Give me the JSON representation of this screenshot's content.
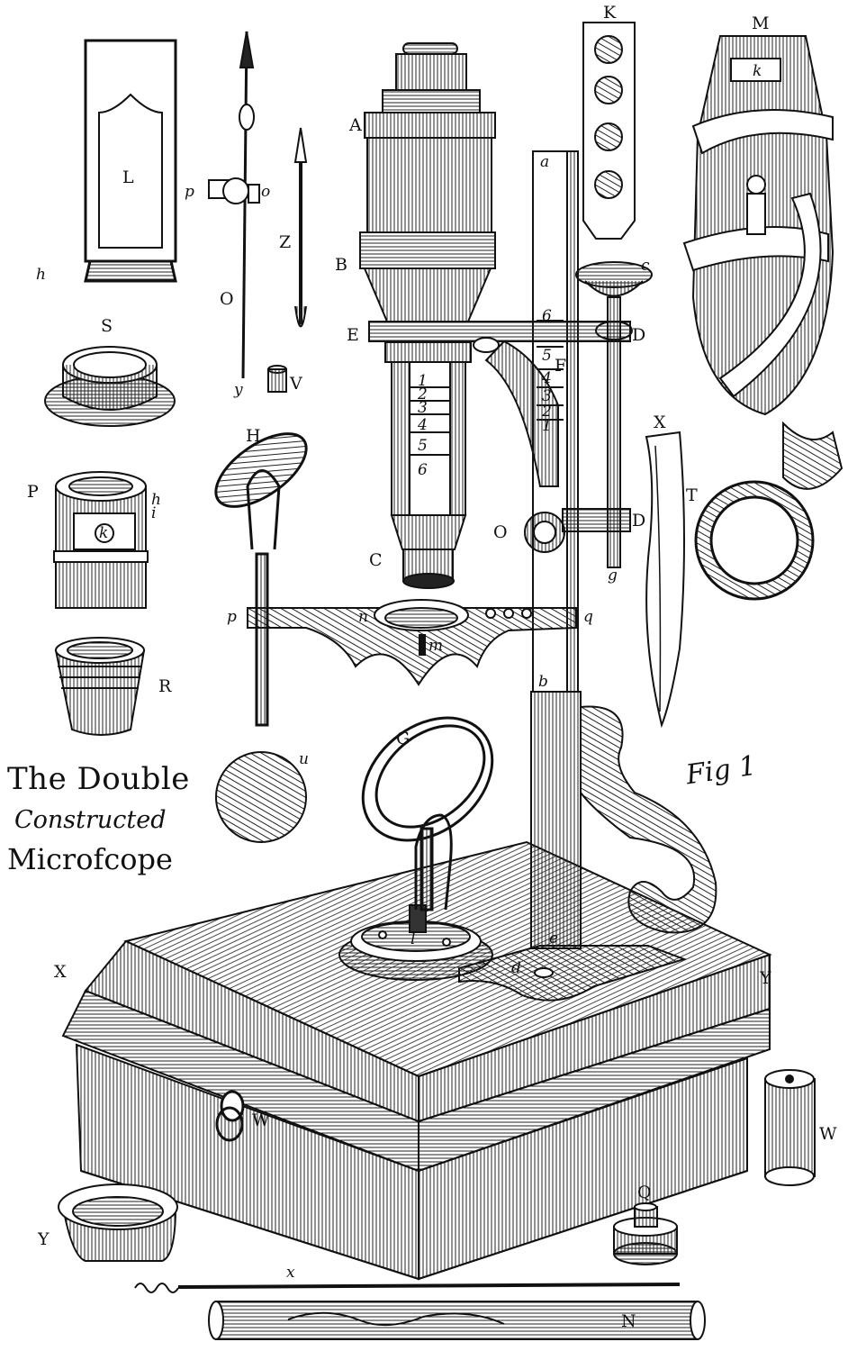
{
  "title": {
    "line1": "The Double",
    "line2": "Constructed",
    "line3": "Microfcope"
  },
  "figure_label": "Fig 1",
  "letters": {
    "A": "A",
    "B": "B",
    "C": "C",
    "D1": "D",
    "D2": "D",
    "E": "E",
    "F": "F",
    "G": "G",
    "H": "H",
    "K": "K",
    "L": "L",
    "M": "M",
    "N": "N",
    "O1": "O",
    "O2": "O",
    "P": "P",
    "Q": "Q",
    "R": "R",
    "S": "S",
    "T": "T",
    "V": "V",
    "W1": "W",
    "W2": "W",
    "X1": "X",
    "X2": "X",
    "Y1": "Y",
    "Y2": "Y",
    "Z": "Z",
    "a": "a",
    "b": "b",
    "c": "c",
    "d": "d",
    "e": "e",
    "g": "g",
    "h1": "h",
    "h2": "h",
    "i": "i",
    "k1": "k",
    "k2": "k",
    "l": "l",
    "m": "m",
    "n": "n",
    "o": "o",
    "p1": "p",
    "p2": "p",
    "q": "q",
    "u": "u",
    "x": "x",
    "y": "y"
  },
  "scale": [
    "1",
    "2",
    "3",
    "4",
    "5",
    "6"
  ],
  "pillar_scale": [
    "6",
    "5",
    "4",
    "3",
    "2",
    "1"
  ],
  "colors": {
    "ink": "#111111",
    "paper": "#ffffff"
  }
}
